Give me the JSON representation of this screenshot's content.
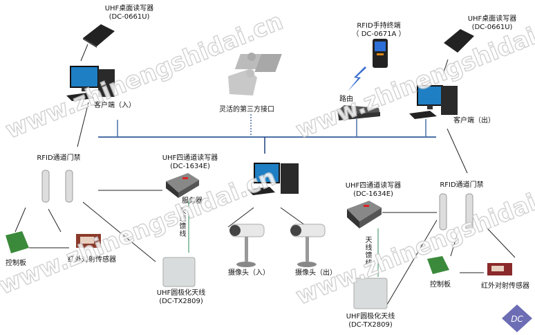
{
  "watermark": "www.zhinengshidai.cn",
  "logo": "DC",
  "colors": {
    "bus": "#4a6fa5",
    "feeder": "#2e8b57",
    "wire": "#222222"
  },
  "nodes": {
    "desk_reader_in": {
      "name": "UHF桌面读写器",
      "model": "(DC-0661U)"
    },
    "client_in": {
      "name": "客户端（入）"
    },
    "third_party": {
      "name": "灵活的第三方接口"
    },
    "handheld": {
      "name": "RFID手持终端",
      "model": "（ DC-0671A ）"
    },
    "router": {
      "name": "路由"
    },
    "desk_reader_out": {
      "name": "UHF桌面读写器",
      "model": "(DC-0661U)"
    },
    "client_out": {
      "name": "客户端（出）"
    },
    "gate_left": {
      "name": "RFID通道门禁"
    },
    "reader4_left": {
      "name": "UHF四通道读写器",
      "model": "(DC-1634E)"
    },
    "feeder_left": {
      "name": "天线馈线"
    },
    "server": {
      "name": "服务器"
    },
    "camera_in": {
      "name": "摄像头（入）"
    },
    "camera_out": {
      "name": "摄像头（出）"
    },
    "control_left": {
      "name": "控制板"
    },
    "ir_left": {
      "name": "红外对射传感器"
    },
    "antenna_left": {
      "name": "UHF圆极化天线",
      "model": "(DC-TX2809)"
    },
    "reader4_right": {
      "name": "UHF四通道读写器",
      "model": "(DC-1634E)"
    },
    "gate_right": {
      "name": "RFID通道门禁"
    },
    "feeder_right": {
      "name": "天线馈线"
    },
    "antenna_right": {
      "name": "UHF圆极化天线",
      "model": "(DC-TX2809)"
    },
    "control_right": {
      "name": "控制板"
    },
    "ir_right": {
      "name": "红外对射传感器"
    }
  }
}
